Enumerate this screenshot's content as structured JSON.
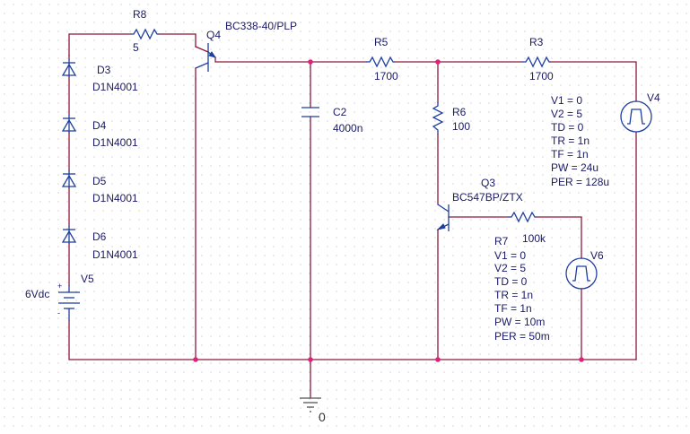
{
  "components": {
    "R8": {
      "ref": "R8",
      "value": "5"
    },
    "Q4": {
      "ref": "Q4",
      "model": "BC338-40/PLP"
    },
    "R5": {
      "ref": "R5",
      "value": "1700"
    },
    "R3": {
      "ref": "R3",
      "value": "1700"
    },
    "C2": {
      "ref": "C2",
      "value": "4000n"
    },
    "R6": {
      "ref": "R6",
      "value": "100"
    },
    "Q3": {
      "ref": "Q3",
      "model": "BC547BP/ZTX"
    },
    "R7": {
      "ref": "R7",
      "value": "100k"
    },
    "D3": {
      "ref": "D3",
      "model": "D1N4001"
    },
    "D4": {
      "ref": "D4",
      "model": "D1N4001"
    },
    "D5": {
      "ref": "D5",
      "model": "D1N4001"
    },
    "D6": {
      "ref": "D6",
      "model": "D1N4001"
    },
    "V5": {
      "ref": "V5",
      "value": "6Vdc",
      "plus": "+",
      "minus": "-"
    },
    "V4": {
      "ref": "V4",
      "params": [
        "V1 = 0",
        "V2 = 5",
        "TD = 0",
        "TR = 1n",
        "TF = 1n",
        "PW = 24u",
        "PER = 128u"
      ]
    },
    "V6": {
      "ref": "V6",
      "params": [
        "V1 = 0",
        "V2 = 5",
        "TD = 0",
        "TR = 1n",
        "TF = 1n",
        "PW = 10m",
        "PER = 50m"
      ]
    },
    "GND": {
      "label": "0"
    }
  }
}
